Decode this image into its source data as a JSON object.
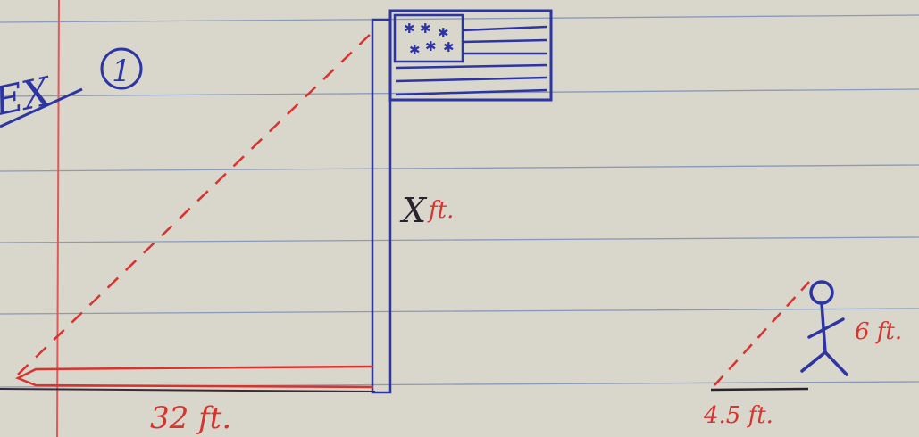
{
  "example_label": "EX",
  "example_number": "1",
  "flagpole_height_label": "X ft.",
  "shadow_length_label": "32 ft.",
  "person_height_label": "6 ft.",
  "person_shadow_label": "4.5 ft.",
  "colors": {
    "paper": "#d9d6cb",
    "rule_line": "#6f86b6",
    "margin_line": "#e0595a",
    "blue_ink": "#2c35a3",
    "red_ink": "#d8332f",
    "dark_ink": "#2a2230"
  },
  "icons": {
    "flag": "american-flag-icon",
    "person": "stick-figure-icon"
  }
}
